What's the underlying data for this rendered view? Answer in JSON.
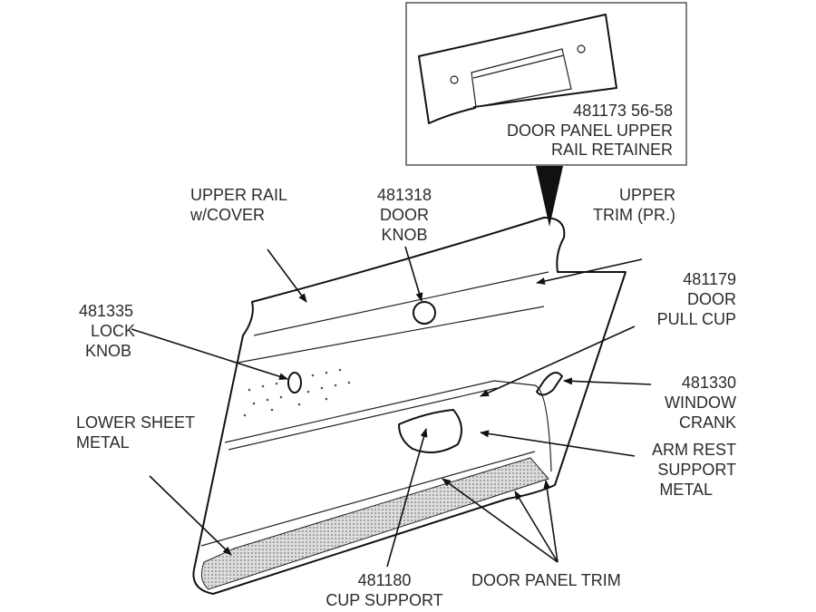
{
  "inset": {
    "lines": [
      "481173  56-58",
      "DOOR PANEL UPPER",
      "RAIL RETAINER"
    ]
  },
  "labels": {
    "upper_rail": [
      "UPPER RAIL",
      "w/COVER"
    ],
    "door_knob": [
      "481318",
      "DOOR",
      "KNOB"
    ],
    "upper_trim": [
      "UPPER",
      "TRIM (PR.)"
    ],
    "door_pull_cup": [
      "481179",
      "DOOR",
      "PULL CUP"
    ],
    "lock_knob": [
      "481335",
      "LOCK",
      "KNOB"
    ],
    "window_crank": [
      "481330",
      "WINDOW",
      "CRANK"
    ],
    "lower_sheet_metal": [
      "LOWER SHEET",
      "METAL"
    ],
    "arm_rest_support": [
      "ARM REST",
      "SUPPORT",
      "METAL"
    ],
    "cup_support": [
      "481180",
      "CUP SUPPORT"
    ],
    "door_panel_trim": [
      "DOOR PANEL TRIM"
    ]
  }
}
